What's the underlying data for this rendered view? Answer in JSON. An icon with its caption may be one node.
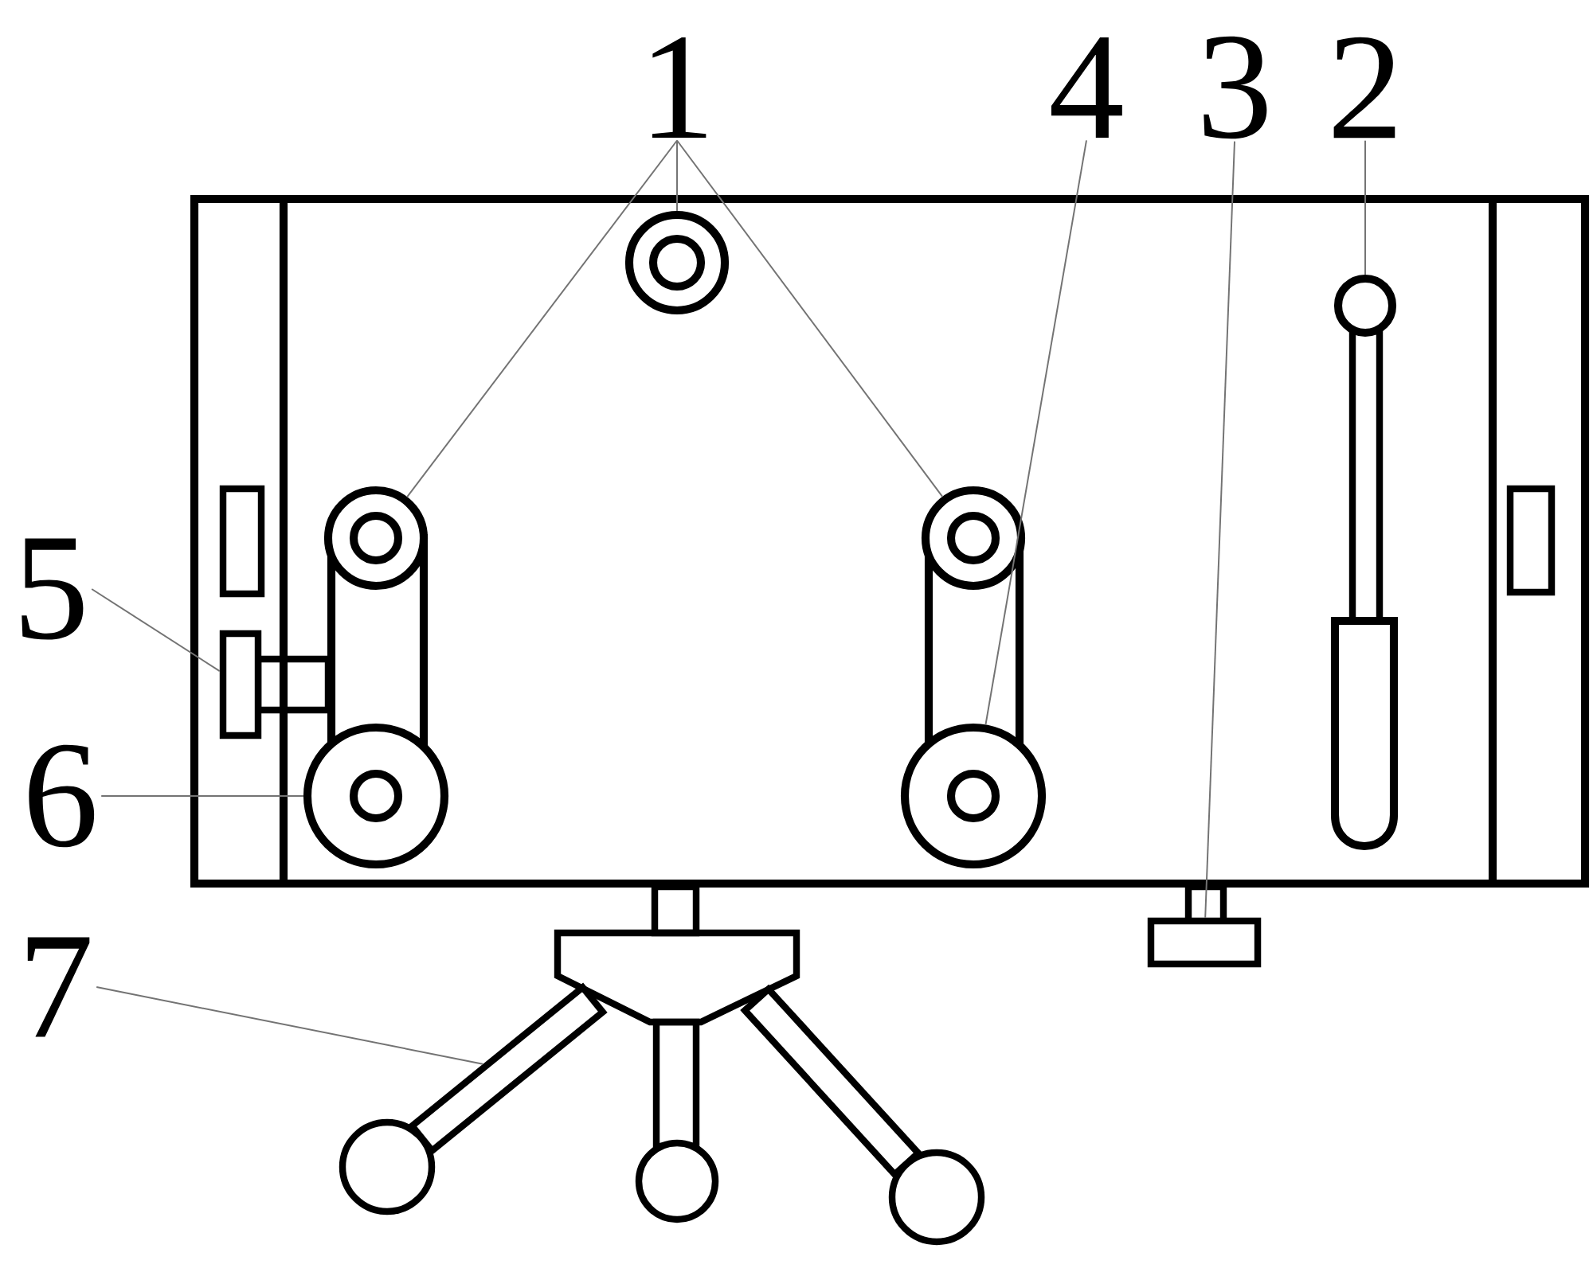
{
  "diagram": {
    "nodes": [
      {
        "text": [
          "1"
        ]
      },
      {
        "text": [],
        "shape": "circle"
      },
      {
        "text": [],
        "shape": "circle"
      },
      {
        "text": [],
        "shape": "circle"
      },
      {
        "text": [
          "4"
        ]
      },
      {
        "text": [],
        "shape": "circle"
      },
      {
        "text": [
          "3"
        ]
      },
      {
        "text": [],
        "shape": "box"
      },
      {
        "text": [
          "2"
        ]
      },
      {
        "text": [],
        "shape": "circle"
      },
      {
        "text": [
          "5"
        ]
      },
      {
        "text": [],
        "shape": "box"
      },
      {
        "text": [
          "6"
        ]
      },
      {
        "text": [],
        "shape": "circle"
      },
      {
        "text": [
          "7"
        ]
      },
      {
        "text": [],
        "shape": "bar"
      }
    ],
    "edges": [
      {
        "from": 0,
        "to": 1,
        "arrow": "none"
      },
      {
        "from": 0,
        "to": 2,
        "arrow": "none"
      },
      {
        "from": 0,
        "to": 3,
        "arrow": "none"
      },
      {
        "from": 4,
        "to": 5,
        "arrow": "none"
      },
      {
        "from": 6,
        "to": 7,
        "arrow": "none"
      },
      {
        "from": 8,
        "to": 9,
        "arrow": "none"
      },
      {
        "from": 10,
        "to": 11,
        "arrow": "none"
      },
      {
        "from": 12,
        "to": 13,
        "arrow": "none"
      },
      {
        "from": 14,
        "to": 15,
        "arrow": "none"
      }
    ]
  }
}
